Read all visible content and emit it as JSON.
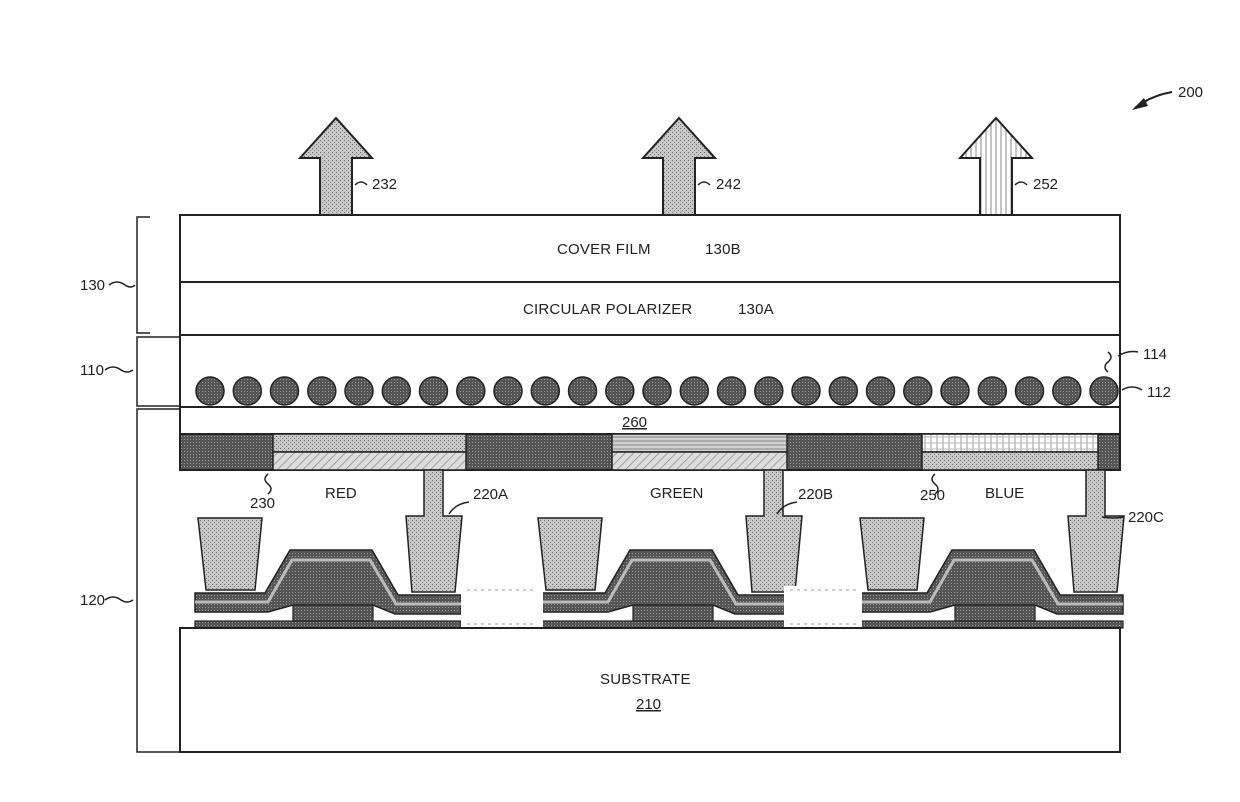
{
  "figure_number": "200",
  "arrows": {
    "red_emission": "232",
    "green_emission": "242",
    "blue_emission": "252"
  },
  "layers": {
    "cover_film": {
      "name": "COVER FILM",
      "ref": "130B"
    },
    "circular_polarizer": {
      "name": "CIRCULAR POLARIZER",
      "ref": "130A"
    },
    "matrix_ref": "114",
    "particles_ref": "112",
    "planarization_ref": "260",
    "substrate": {
      "name": "SUBSTRATE",
      "ref": "210"
    }
  },
  "brackets": {
    "group_130": "130",
    "group_110": "110",
    "group_120": "120"
  },
  "pixels": {
    "red": {
      "filter_ref": "230",
      "name": "RED",
      "electrode_ref": "220A"
    },
    "green": {
      "name": "GREEN",
      "electrode_ref": "220B"
    },
    "blue": {
      "filter_ref": "250",
      "name": "BLUE",
      "electrode_ref": "220C"
    }
  },
  "colors": {
    "line": "#222222",
    "dark_fill": "#555555",
    "mid_fill": "#8a8a8a",
    "light_fill": "#cfcfcf",
    "particle_fill": "#4a4a4a"
  }
}
